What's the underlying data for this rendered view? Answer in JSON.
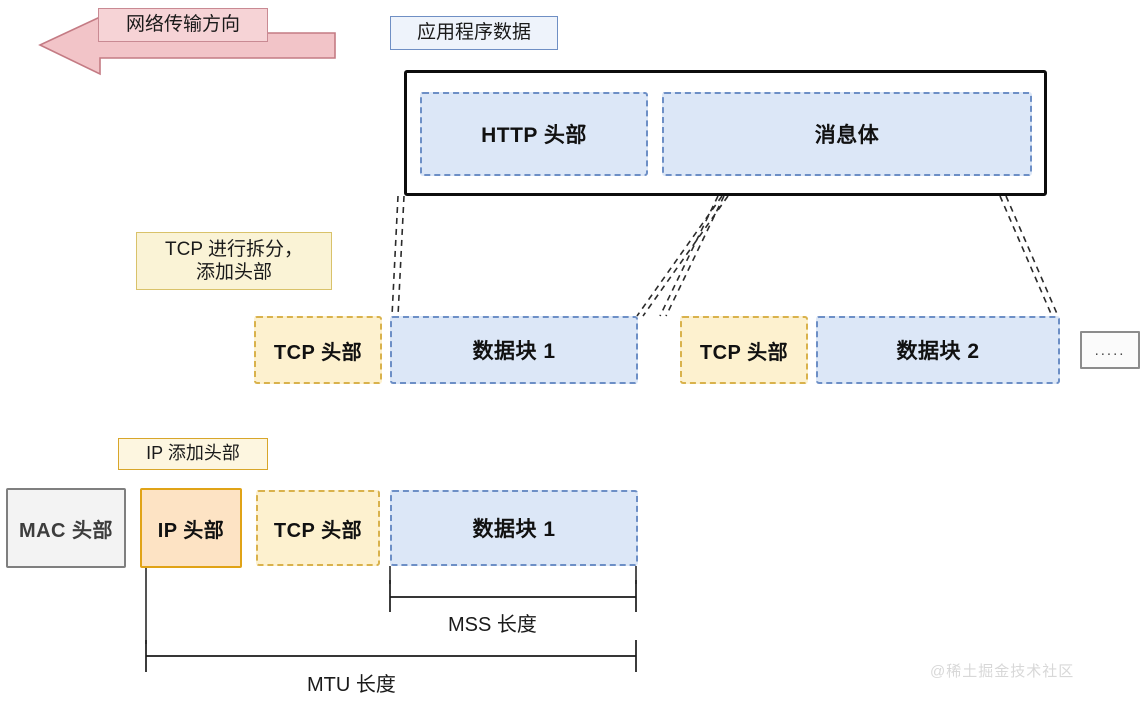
{
  "diagram": {
    "title_direction": "网络传输方向",
    "app_data_label": "应用程序数据",
    "watermark": "@稀土掘金技术社区"
  },
  "layer_app": {
    "http_header": "HTTP 头部",
    "message_body": "消息体"
  },
  "layer_tcp": {
    "annotation": "TCP 进行拆分，\n添加头部",
    "tcp_header_1": "TCP 头部",
    "data_block_1": "数据块 1",
    "tcp_header_2": "TCP 头部",
    "data_block_2": "数据块 2",
    "ellipsis": "....."
  },
  "layer_ip": {
    "annotation": "IP 添加头部",
    "mac_header": "MAC 头部",
    "ip_header": "IP 头部",
    "tcp_header": "TCP 头部",
    "data_block": "数据块 1"
  },
  "measures": {
    "mss_label": "MSS 长度",
    "mtu_label": "MTU 长度"
  },
  "colors": {
    "arrow_fill": "#f2c4c8",
    "arrow_stroke": "#c47b84",
    "blue_fill": "#dce7f7",
    "blue_stroke": "#6d8fc6",
    "yellow_fill": "#fdf1cf",
    "yellow_stroke": "#d9b24c",
    "ip_fill": "#fde3c4",
    "ip_stroke": "#e0a317",
    "mac_fill": "#f3f3f3",
    "mac_stroke": "#7f7f7f",
    "outline": "#0d0d0d"
  }
}
